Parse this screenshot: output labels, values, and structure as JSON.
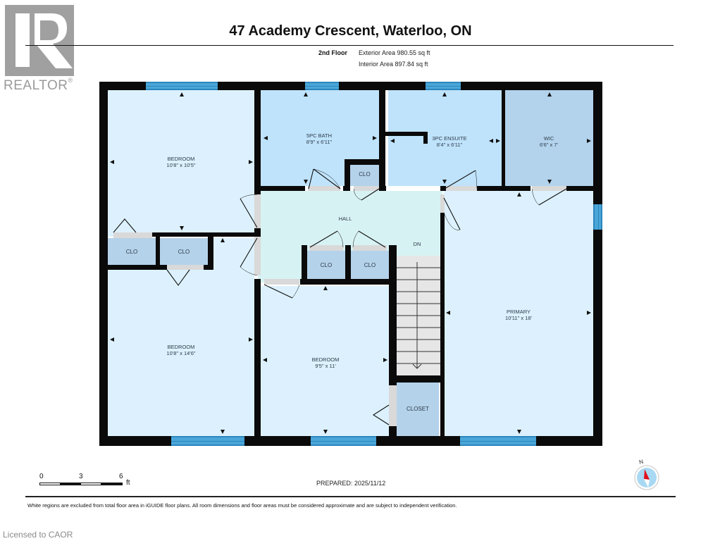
{
  "branding": {
    "logo_letter": "R",
    "logo_text": "REALTOR",
    "logo_mark": "®",
    "licensed_text": "Licensed to CAOR"
  },
  "header": {
    "title": "47 Academy Crescent, Waterloo, ON",
    "floor_label": "2nd Floor",
    "exterior_area": "Exterior Area 980.55 sq ft",
    "interior_area": "Interior Area 897.84 sq ft"
  },
  "rooms": {
    "bedroom_nw": {
      "name": "BEDROOM",
      "dims": "10'8\" x 10'5\""
    },
    "bath_5pc": {
      "name": "5PC BATH",
      "dims": "8'9\" x 6'11\""
    },
    "ensuite_3pc": {
      "name": "3PC ENSUITE",
      "dims": "8'4\" x 6'11\""
    },
    "wic": {
      "name": "WIC",
      "dims": "6'6\" x 7'"
    },
    "hall": {
      "name": "HALL"
    },
    "stairs": {
      "name": "DN"
    },
    "bedroom_sw": {
      "name": "BEDROOM",
      "dims": "10'8\" x 14'6\""
    },
    "bedroom_s": {
      "name": "BEDROOM",
      "dims": "9'5\" x 11'"
    },
    "primary": {
      "name": "PRIMARY",
      "dims": "10'11\" x 18'"
    },
    "closet": {
      "name": "CLOSET"
    },
    "clo_labels": [
      "CLO",
      "CLO",
      "CLO",
      "CLO",
      "CLO"
    ]
  },
  "scale": {
    "ticks": [
      "0",
      "3",
      "6"
    ],
    "unit": "ft"
  },
  "footer": {
    "prepared": "PREPARED: 2025/11/12",
    "disclaimer": "White regions are excluded from total floor area in iGUIDE floor plans. All room dimensions and floor areas must be considered approximate and are subject to independent verification."
  },
  "compass": {
    "label": "N",
    "needle_color": "#e0101a",
    "dial_color": "#a9d8f3"
  },
  "colors": {
    "bedroom": "#dcf1fd",
    "bath": "#bfe3fb",
    "closet": "#b4d2ea",
    "hall": "#d7f2f3",
    "window": "#4aa6d8",
    "wall": "#0a0a0a"
  }
}
